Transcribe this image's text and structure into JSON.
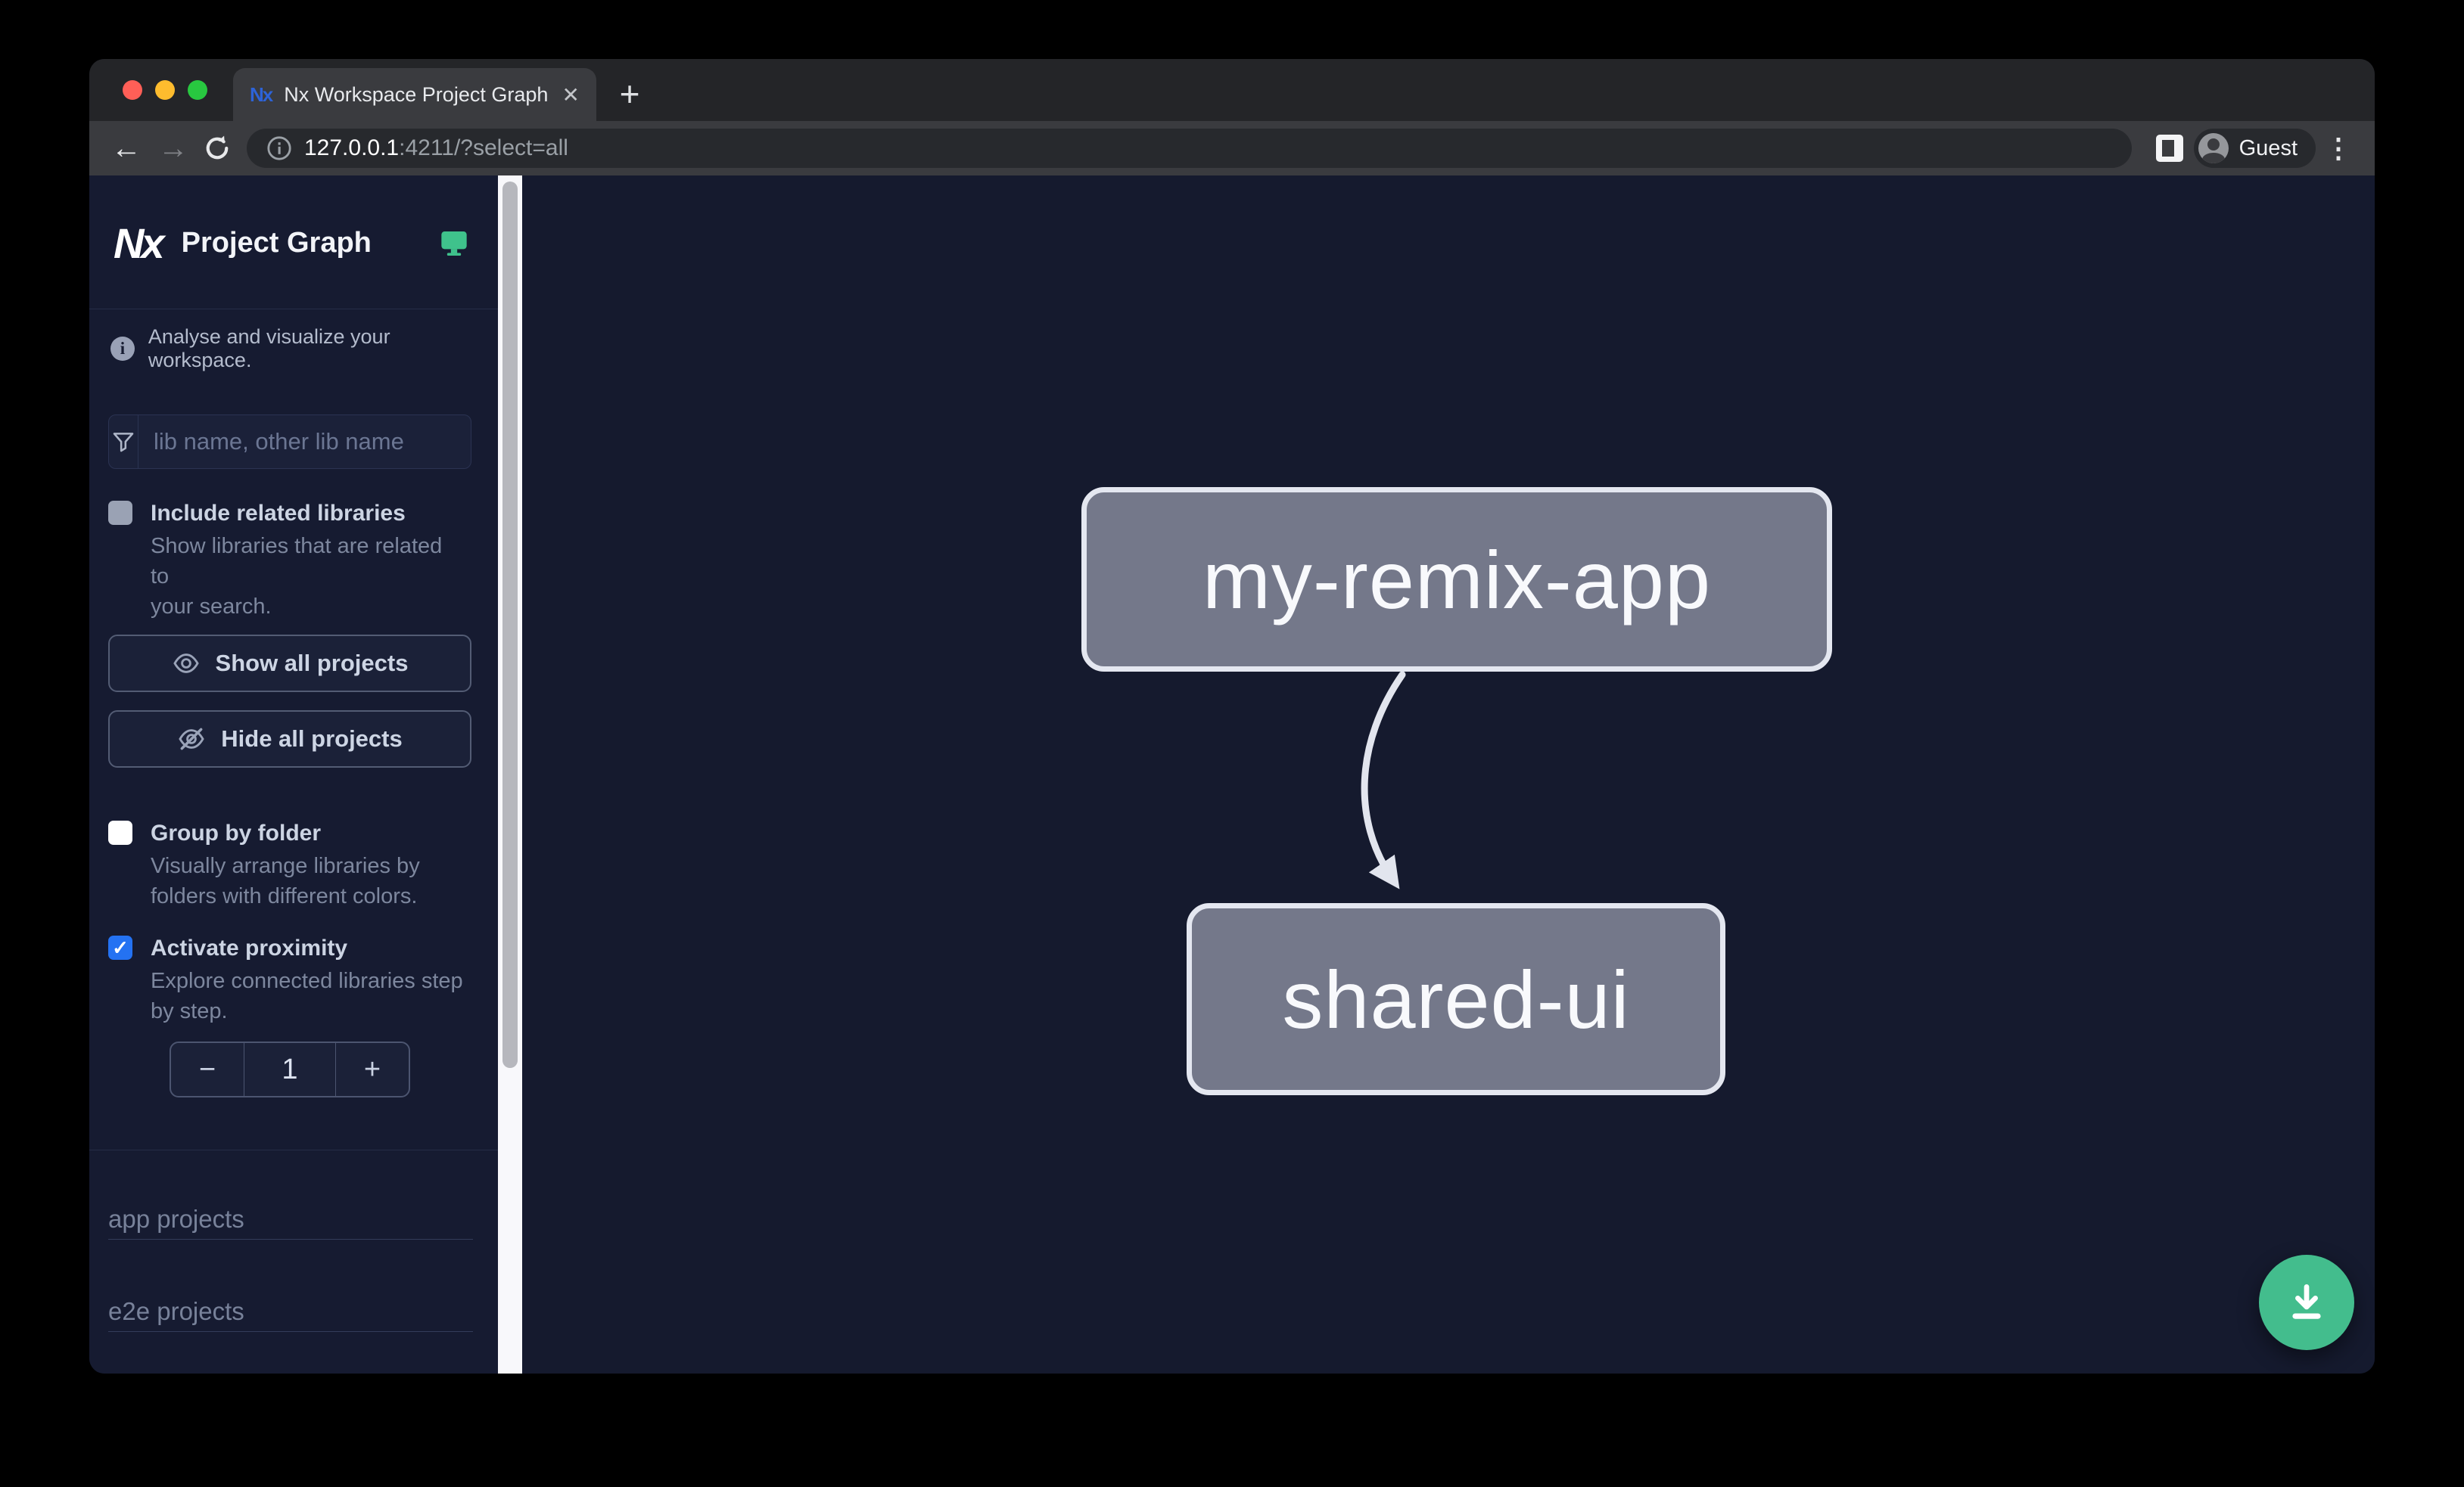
{
  "window": {
    "tab": {
      "favicon_text": "Nx",
      "title": "Nx Workspace Project Graph",
      "close_glyph": "✕",
      "new_tab_glyph": "+"
    },
    "toolbar": {
      "back_glyph": "←",
      "forward_glyph": "→",
      "url_host": "127.0.0.1",
      "url_path": ":4211/?select=all",
      "profile_label": "Guest",
      "menu_glyph": "⋮"
    }
  },
  "sidebar": {
    "logo_text": "Nx",
    "title": "Project Graph",
    "info_glyph": "i",
    "tagline": "Analyse and visualize your workspace.",
    "filter": {
      "placeholder": "lib name, other lib name"
    },
    "include_related": {
      "label": "Include related libraries",
      "description_line1": "Show libraries that are related to",
      "description_line2": "your search.",
      "checked": false
    },
    "show_all": {
      "label": "Show all projects"
    },
    "hide_all": {
      "label": "Hide all projects"
    },
    "group_by_folder": {
      "label": "Group by folder",
      "description_line1": "Visually arrange libraries by",
      "description_line2": "folders with different colors.",
      "checked": false
    },
    "proximity": {
      "label": "Activate proximity",
      "description_line1": "Explore connected libraries step",
      "description_line2": "by step.",
      "checked": true,
      "check_glyph": "✓",
      "value": "1",
      "decrement_glyph": "−",
      "increment_glyph": "+"
    },
    "sections": [
      {
        "label": "app projects"
      },
      {
        "label": "e2e projects"
      }
    ]
  },
  "graph": {
    "nodes": [
      {
        "label": "my-remix-app"
      },
      {
        "label": "shared-ui"
      }
    ],
    "edges": [
      {
        "source": "my-remix-app",
        "target": "shared-ui"
      }
    ]
  },
  "colors": {
    "accent_green": "#43bd8d",
    "checkbox_blue": "#2472f2",
    "node_fill": "#74788a",
    "node_border": "#e4e7f0",
    "sidebar_bg": "#161b31",
    "graph_bg": "#151a2e",
    "scrollbar_track": "#f8f8fb"
  }
}
